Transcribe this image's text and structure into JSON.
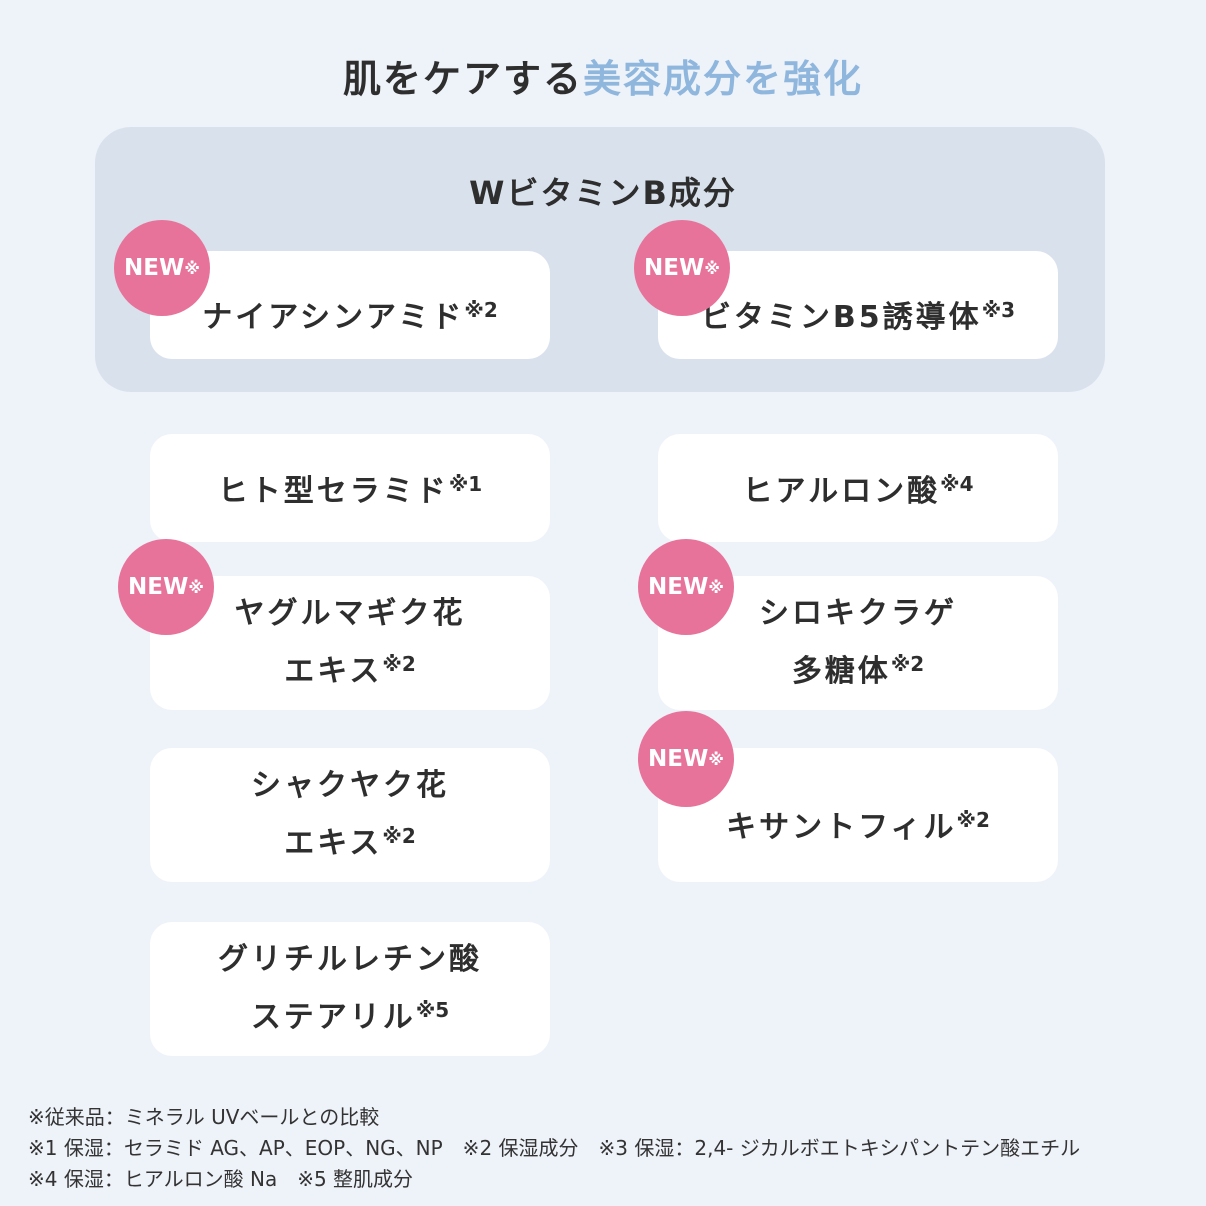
{
  "title": {
    "part1": "肌をケアする",
    "part2": "美容成分を強化"
  },
  "panel_title": "WビタミンB成分",
  "badge": {
    "text": "NEW",
    "mark": "※"
  },
  "cards": [
    {
      "line1": "ナイアシンアミド",
      "line2": "",
      "note": "※2"
    },
    {
      "line1": "ビタミンB5誘導体",
      "line2": "",
      "note": "※3"
    },
    {
      "line1": "ヒト型セラミド",
      "line2": "",
      "note": "※1"
    },
    {
      "line1": "ヒアルロン酸",
      "line2": "",
      "note": "※4"
    },
    {
      "line1": "ヤグルマギク花",
      "line2": "エキス",
      "note": "※2"
    },
    {
      "line1": "シロキクラゲ",
      "line2": "多糖体",
      "note": "※2"
    },
    {
      "line1": "シャクヤク花",
      "line2": "エキス",
      "note": "※2"
    },
    {
      "line1": "",
      "line2": "キサントフィル",
      "note": "※2"
    },
    {
      "line1": "グリチルレチン酸",
      "line2": "ステアリル",
      "note": "※5"
    }
  ],
  "notes": [
    "※従来品：ミネラル UVベールとの比較",
    "※1 保湿：セラミド AG、AP、EOP、NG、NP　※2 保湿成分　※3 保湿：2,4- ジカルボエトキシパントテン酸エチル",
    "※4 保湿：ヒアルロン酸 Na　※5 整肌成分"
  ]
}
